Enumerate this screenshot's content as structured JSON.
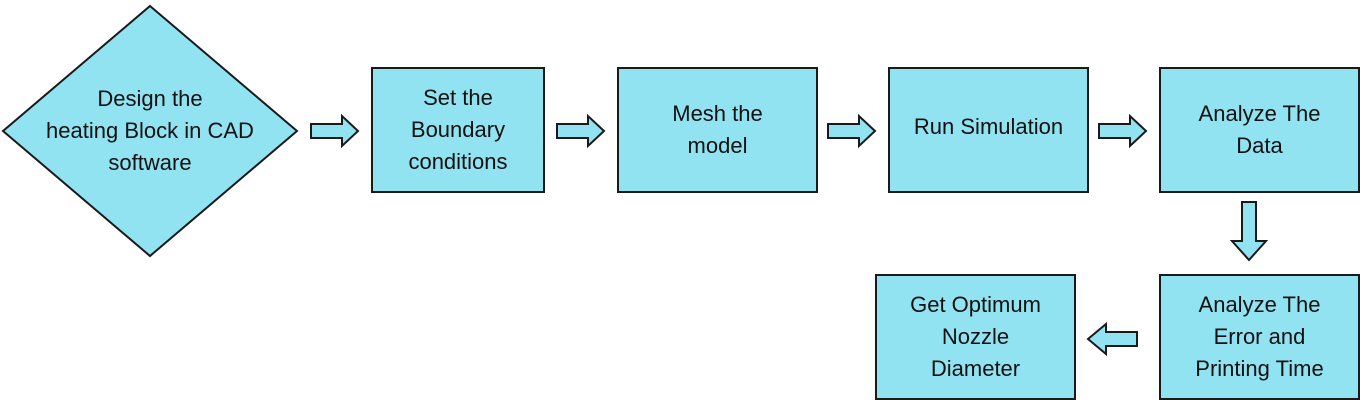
{
  "colors": {
    "node_fill": "#92e3f1",
    "node_stroke": "#1a1a1a",
    "arrow_fill": "#92e3f1",
    "arrow_stroke": "#1a1a1a",
    "text": "#111111",
    "background": "#ffffff"
  },
  "nodes": {
    "design": {
      "shape": "diamond",
      "label": "Design the\nheating Block in CAD\nsoftware"
    },
    "boundary": {
      "shape": "rectangle",
      "label": "Set the\nBoundary\nconditions"
    },
    "mesh": {
      "shape": "rectangle",
      "label": "Mesh the\nmodel"
    },
    "simulation": {
      "shape": "rectangle",
      "label": "Run Simulation"
    },
    "analyze_data": {
      "shape": "rectangle",
      "label": "Analyze The\nData"
    },
    "analyze_error": {
      "shape": "rectangle",
      "label": "Analyze The\nError and\nPrinting Time"
    },
    "optimum": {
      "shape": "rectangle",
      "label": "Get Optimum\nNozzle\nDiameter"
    }
  },
  "edges": [
    {
      "from": "design",
      "to": "boundary",
      "direction": "right"
    },
    {
      "from": "boundary",
      "to": "mesh",
      "direction": "right"
    },
    {
      "from": "mesh",
      "to": "simulation",
      "direction": "right"
    },
    {
      "from": "simulation",
      "to": "analyze_data",
      "direction": "right"
    },
    {
      "from": "analyze_data",
      "to": "analyze_error",
      "direction": "down"
    },
    {
      "from": "analyze_error",
      "to": "optimum",
      "direction": "left"
    }
  ]
}
